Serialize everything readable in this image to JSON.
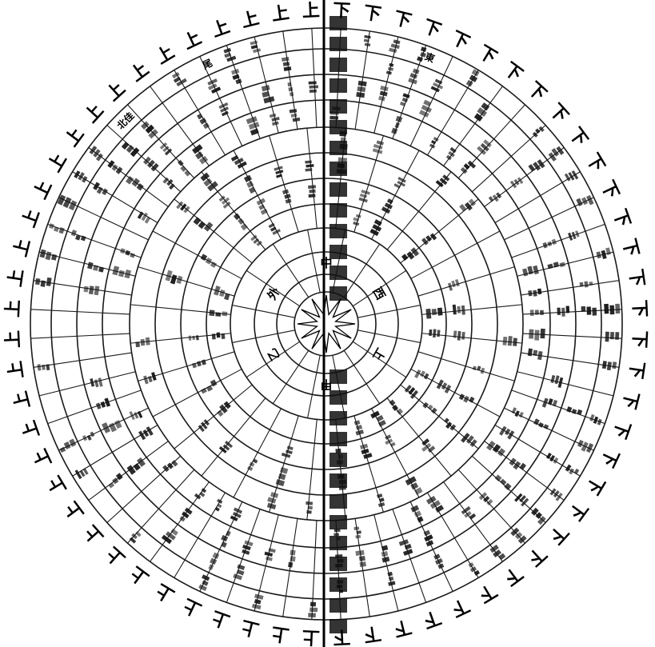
{
  "diagram": {
    "outer_labels": {
      "left_half": "上",
      "right_half": "下"
    },
    "center_marker": "twelve-point-star",
    "ring_tag_samples": [
      {
        "ring": "outer",
        "text": "北佳"
      },
      {
        "ring": "outer",
        "text": "尾"
      },
      {
        "ring": "outer",
        "text": "東"
      }
    ],
    "core_ring_samples": [
      "中",
      "西",
      "上",
      "甲",
      "乙",
      "外"
    ]
  }
}
